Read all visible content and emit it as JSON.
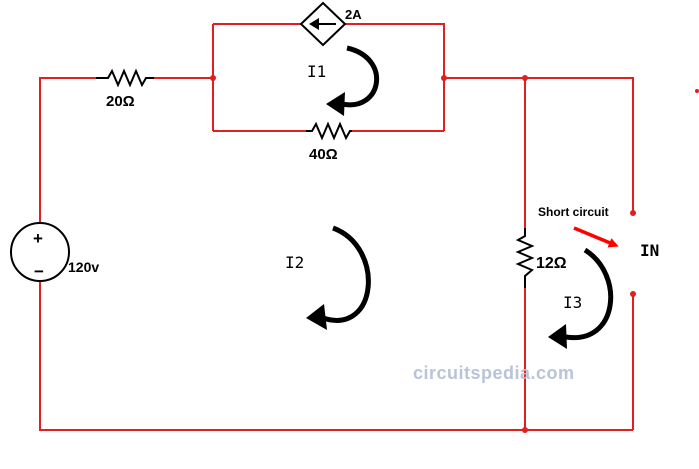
{
  "components": {
    "voltage_source": {
      "label": "120v",
      "plus": "+",
      "minus": "−"
    },
    "resistor_20": {
      "label": "20Ω"
    },
    "resistor_40": {
      "label": "40Ω"
    },
    "resistor_12": {
      "label": "12Ω"
    },
    "current_source": {
      "label": "2A"
    }
  },
  "loops": {
    "i1": {
      "label": "I1"
    },
    "i2": {
      "label": "I2"
    },
    "i3": {
      "label": "I3"
    }
  },
  "annotations": {
    "short_circuit": "Short circuit",
    "norton_current": "IN"
  },
  "watermark": "circuitspedia.com",
  "colors": {
    "wire": "#e0201f",
    "component": "#000000",
    "watermark": "#b9c3d9",
    "arrow": "#ff0000"
  }
}
